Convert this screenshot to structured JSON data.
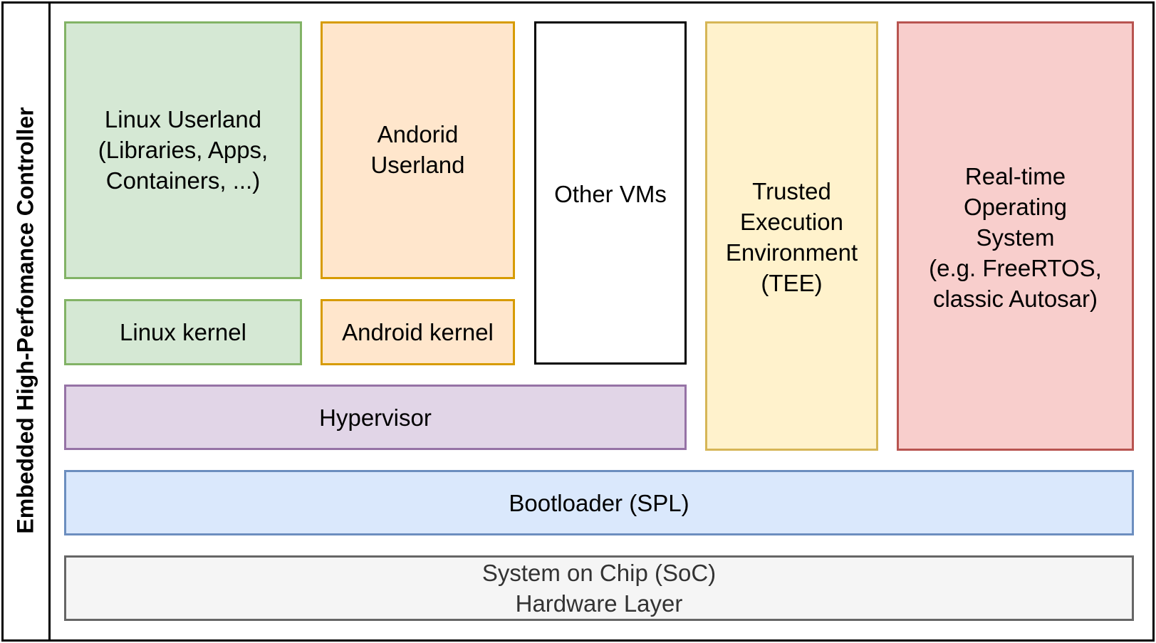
{
  "side_label": "Embedded High-Perfomance Controller",
  "boxes": {
    "linux_userland": {
      "text": "Linux Userland\n(Libraries, Apps,\nContainers, ...)",
      "fill": "#d5e8d4",
      "stroke": "#82b366"
    },
    "android_userland": {
      "text": "Andorid\nUserland",
      "fill": "#ffe6cc",
      "stroke": "#d79b00"
    },
    "other_vms": {
      "text": "Other VMs",
      "fill": "#ffffff",
      "stroke": "#000000"
    },
    "tee": {
      "text": "Trusted\nExecution\nEnvironment\n(TEE)",
      "fill": "#fff2cc",
      "stroke": "#d6b656"
    },
    "rtos": {
      "text": "Real-time\nOperating\nSystem\n(e.g. FreeRTOS,\nclassic Autosar)",
      "fill": "#f8cecc",
      "stroke": "#b85450"
    },
    "linux_kernel": {
      "text": "Linux kernel",
      "fill": "#d5e8d4",
      "stroke": "#82b366"
    },
    "android_kernel": {
      "text": "Android kernel",
      "fill": "#ffe6cc",
      "stroke": "#d79b00"
    },
    "hypervisor": {
      "text": "Hypervisor",
      "fill": "#e1d5e7",
      "stroke": "#9673a6"
    },
    "bootloader": {
      "text": "Bootloader (SPL)",
      "fill": "#dae8fc",
      "stroke": "#6c8ebf"
    },
    "soc": {
      "text": "System on Chip (SoC)\nHardware Layer",
      "fill": "#f5f5f5",
      "stroke": "#666666",
      "text_color": "#333333"
    }
  }
}
